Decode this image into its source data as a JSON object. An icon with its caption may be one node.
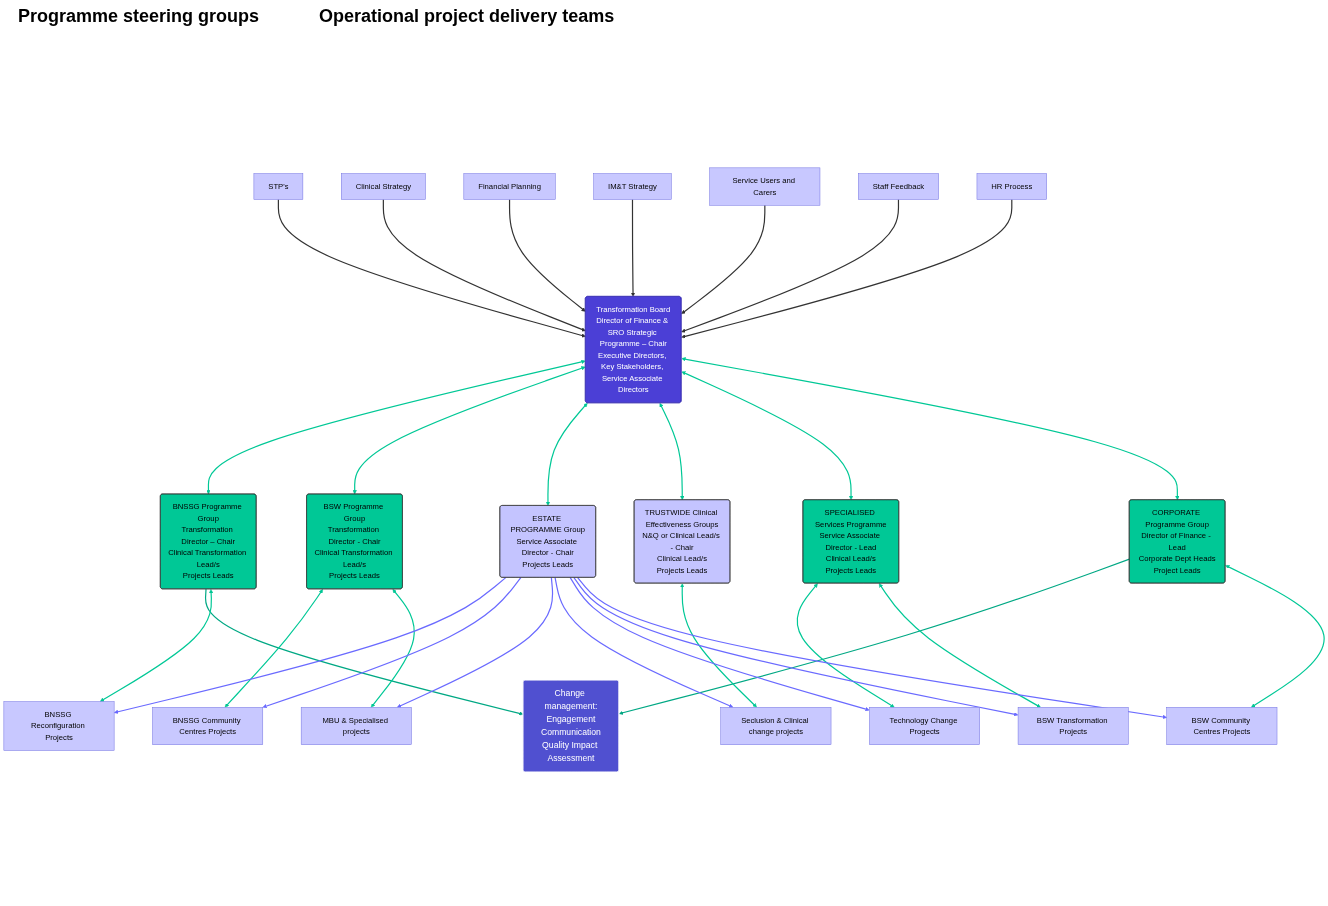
{
  "diagram": {
    "nodes": [
      {
        "text": [
          "STP's"
        ]
      },
      {
        "text": [
          "Clinical Strategy"
        ]
      },
      {
        "text": [
          "Financial Planning"
        ]
      },
      {
        "text": [
          "IM&T Strategy"
        ]
      },
      {
        "text": [
          "Service Users and Carers"
        ]
      },
      {
        "text": [
          "Staff Feedback"
        ]
      },
      {
        "text": [
          "HR Process"
        ]
      },
      {
        "text": [
          "Transformation Board",
          "Director of Finance & SRO Strategic Programme – Chair",
          "Executive Directors, Key Stakeholders, Service Associate Directors"
        ]
      },
      {
        "text": [
          "BNSSG Programme Group",
          "Transformation Director – Chair",
          "Clinical Transformation Lead/s",
          "Projects Leads"
        ]
      },
      {
        "text": [
          "BSW Programme Group",
          "Transformation Director - Chair",
          "Clinical Transformation Lead/s",
          "Projects Leads"
        ]
      },
      {
        "text": [
          "ESTATE PROGRAMME Group",
          "Service Associate Director - Chair",
          "Projects Leads"
        ]
      },
      {
        "text": [
          "TRUSTWIDE Clinical Effectiveness Groups",
          "N&Q or Clinical Lead/s - Chair",
          "Clinical Lead/s",
          "Projects Leads"
        ]
      },
      {
        "text": [
          "SPECIALISED Services Programme",
          "Service Associate Director - Lead",
          "Clinical Lead/s",
          "Projects Leads"
        ]
      },
      {
        "text": [
          "CORPORATE Programme Group",
          "Director of Finance - Lead",
          "Corporate Dept Heads",
          "Project Leads"
        ]
      },
      {
        "text": [
          "Change management:",
          "Engagement",
          "Communication",
          "Quality Impact Assessment"
        ]
      },
      {
        "text": [
          "BNSSG Reconfiguration Projects"
        ]
      },
      {
        "text": [
          "BNSSG Community Centres Projects"
        ]
      },
      {
        "text": [
          "MBU & Specialised projects"
        ]
      },
      {
        "text": [
          "Seclusion & Clinical change projects"
        ]
      },
      {
        "text": [
          "Technology Change Progects"
        ]
      },
      {
        "text": [
          "BSW Transformation Projects"
        ]
      },
      {
        "text": [
          "BSW Community Centres Projects"
        ]
      }
    ],
    "edges": [
      {
        "from": 0,
        "to": 7,
        "arrow": "to",
        "color": "#333333"
      },
      {
        "from": 1,
        "to": 7,
        "arrow": "to",
        "color": "#333333"
      },
      {
        "from": 2,
        "to": 7,
        "arrow": "to",
        "color": "#333333"
      },
      {
        "from": 3,
        "to": 7,
        "arrow": "to",
        "color": "#333333"
      },
      {
        "from": 4,
        "to": 7,
        "arrow": "to",
        "color": "#333333"
      },
      {
        "from": 5,
        "to": 7,
        "arrow": "to",
        "color": "#333333"
      },
      {
        "from": 6,
        "to": 7,
        "arrow": "to",
        "color": "#333333"
      },
      {
        "from": 7,
        "to": 8,
        "arrow": "both",
        "color": "#00c896"
      },
      {
        "from": 7,
        "to": 9,
        "arrow": "both",
        "color": "#00c896"
      },
      {
        "from": 7,
        "to": 10,
        "arrow": "both",
        "color": "#00c896"
      },
      {
        "from": 7,
        "to": 11,
        "arrow": "both",
        "color": "#00c896"
      },
      {
        "from": 7,
        "to": 12,
        "arrow": "both",
        "color": "#00c896"
      },
      {
        "from": 7,
        "to": 13,
        "arrow": "both",
        "color": "#00c896"
      },
      {
        "from": 8,
        "to": 14,
        "arrow": "to",
        "color": "#00a884"
      },
      {
        "from": 13,
        "to": 14,
        "arrow": "to",
        "color": "#00a884"
      },
      {
        "from": 8,
        "to": 15,
        "arrow": "both",
        "color": "#00c896"
      },
      {
        "from": 9,
        "to": 16,
        "arrow": "both",
        "color": "#00c896"
      },
      {
        "from": 9,
        "to": 17,
        "arrow": "both",
        "color": "#00c896"
      },
      {
        "from": 11,
        "to": 18,
        "arrow": "both",
        "color": "#00c896"
      },
      {
        "from": 12,
        "to": 19,
        "arrow": "both",
        "color": "#00c896"
      },
      {
        "from": 12,
        "to": 20,
        "arrow": "both",
        "color": "#00c896"
      },
      {
        "from": 13,
        "to": 21,
        "arrow": "both",
        "color": "#00c896"
      },
      {
        "from": 10,
        "to": 15,
        "arrow": "to",
        "color": "#6a6aff"
      },
      {
        "from": 10,
        "to": 16,
        "arrow": "to",
        "color": "#6a6aff"
      },
      {
        "from": 10,
        "to": 17,
        "arrow": "to",
        "color": "#6a6aff"
      },
      {
        "from": 10,
        "to": 18,
        "arrow": "to",
        "color": "#6a6aff"
      },
      {
        "from": 10,
        "to": 19,
        "arrow": "to",
        "color": "#6a6aff"
      },
      {
        "from": 10,
        "to": 20,
        "arrow": "to",
        "color": "#6a6aff"
      },
      {
        "from": 10,
        "to": 21,
        "arrow": "to",
        "color": "#6a6aff"
      }
    ],
    "labels": [
      "Programme steering groups",
      "Operational project delivery teams"
    ]
  }
}
